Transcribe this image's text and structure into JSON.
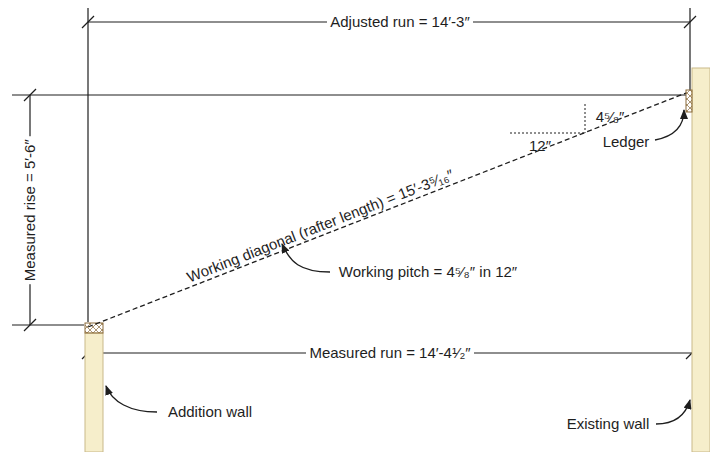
{
  "diagram": {
    "labels": [
      "Adjusted run = 14′-3″",
      "Measured rise = 5′-6″",
      "Working diagonal (rafter length) = 15′-3⁵⁄₁₆″",
      "4⁵⁄₈″",
      "12″",
      "Ledger",
      "Working pitch = 4⁵⁄₈″ in 12″",
      "Measured run = 14′-4¹⁄₂″",
      "Addition wall",
      "Existing wall"
    ]
  }
}
